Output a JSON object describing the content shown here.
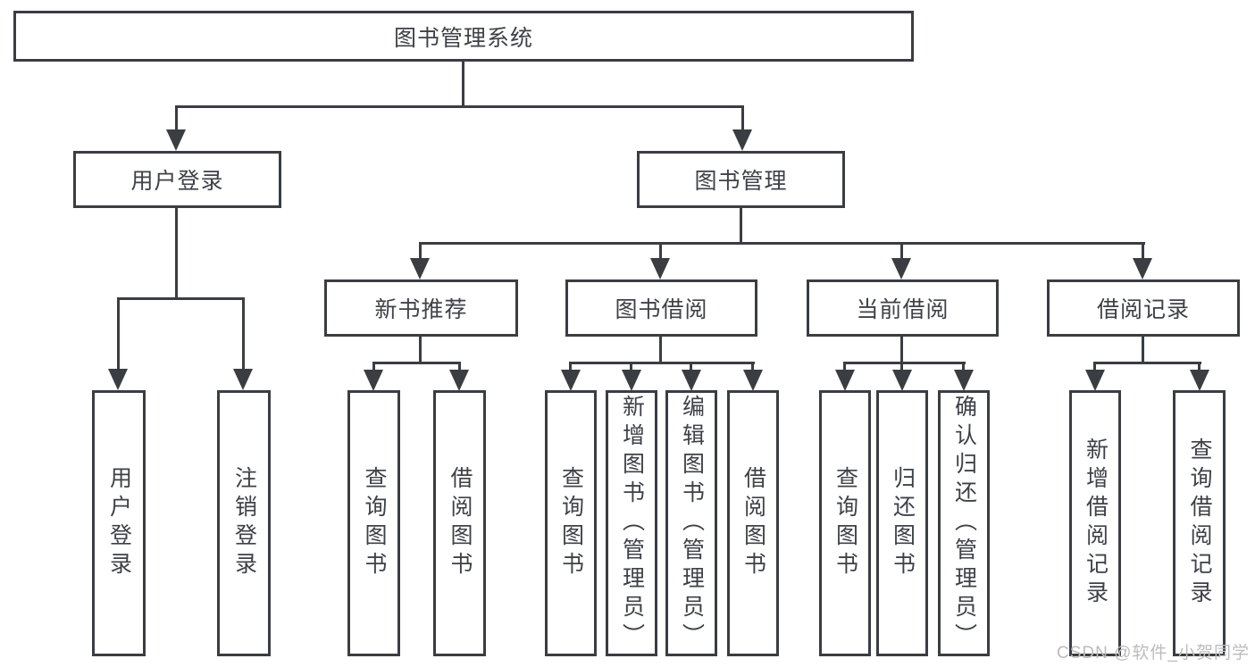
{
  "diagram": {
    "title": "图书管理系统",
    "level2": {
      "user_login": "用户登录",
      "book_mgmt": "图书管理"
    },
    "level3": {
      "new_books": "新书推荐",
      "borrowing": "图书借阅",
      "current": "当前借阅",
      "records": "借阅记录"
    },
    "leaves": {
      "user_login": [
        "用户登录",
        "注销登录"
      ],
      "new_books": [
        "查询图书",
        "借阅图书"
      ],
      "borrowing": [
        "查询图书",
        "新增图书（管理员）",
        "编辑图书（管理员）",
        "借阅图书"
      ],
      "current": [
        "查询图书",
        "归还图书",
        "确认归还（管理员）"
      ],
      "records": [
        "新增借阅记录",
        "查询借阅记录"
      ]
    }
  },
  "watermark": {
    "text": "CSDN @软件_小贺同学"
  },
  "colors": {
    "line": "#3a3d42",
    "text": "#3e4147",
    "watermark": "#bcbcbc",
    "background": "#ffffff"
  }
}
